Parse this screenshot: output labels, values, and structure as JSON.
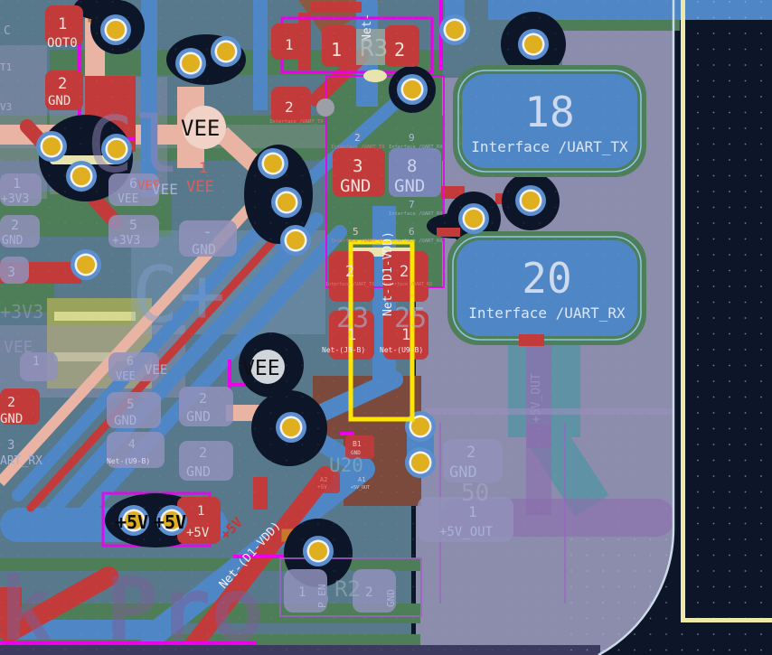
{
  "canvas": {
    "tool": "pcb-layout-editor-canvas"
  },
  "colors": {
    "background": "#57798b",
    "void": "#0d1628",
    "board_substrate": "#8c8cac",
    "board_outline_edge": "#ccd9e8",
    "sheet_frame": "#efe9a8",
    "copper_front_red": "#c23a3a",
    "copper_back_blue": "#4f86c6",
    "zone_green": "#4e7e57",
    "selection_yellow": "#ffe600",
    "via_gold": "#dfaf1f",
    "via_ring": "#f2f2f2",
    "via_annulus": "#5b8fd0",
    "courtyard_magenta": "#ec00ec",
    "ghost_lavender": "#9a94bc"
  },
  "selected_net": {
    "name": "Net-(D1-VDD)"
  },
  "large_pads": [
    {
      "number": "18",
      "net_label": "Interface /UART_TX"
    },
    {
      "number": "20",
      "net_label": "Interface /UART_RX"
    }
  ],
  "texts": [
    "C",
    "T1",
    "V3",
    "1",
    "OOT0",
    "2",
    "GND",
    "VEE",
    "1",
    "VEE",
    "VEE",
    "Net-",
    "R3",
    "1",
    "2",
    "1",
    "2",
    "Interface /UART_TX",
    "2",
    "Interface /UART_TX",
    "9",
    "Interface /UART_RX",
    "3",
    "GND",
    "8",
    "GND",
    "7",
    "Interface /UART_RX",
    "5",
    "Interface /UART_TX",
    "6",
    "Interface /UART_RX",
    "2",
    "2",
    "Interface /UART_TX",
    "Interface /UART_RX",
    "23",
    "25",
    "1",
    "1",
    "Net-(JB-B)",
    "Net-(U9-B)",
    "1",
    "+3V3",
    "2",
    "GND",
    "3",
    "6",
    "VEE",
    "VEE",
    "5",
    "+3V3",
    "-",
    "GND",
    "+3V3",
    "VEE",
    "1",
    "6",
    "VEE",
    "VEE",
    "2",
    "GND",
    "3",
    "ART_RX",
    "5",
    "GND",
    "4",
    "Net-(U9-B)",
    "2",
    "GND",
    "2",
    "GND",
    "VEE",
    "+5V",
    "+5V",
    "1",
    "+5V",
    "+5V",
    "A2",
    "+5V",
    "A1",
    "+5V_OUT",
    "B1",
    "GND",
    "U20",
    "2",
    "GND",
    "50",
    "1",
    "+5V_OUT",
    "+5V_OUT",
    "1",
    "P_EN",
    "R2",
    "2",
    "GND",
    "k Pro",
    "C+",
    "Cl"
  ]
}
